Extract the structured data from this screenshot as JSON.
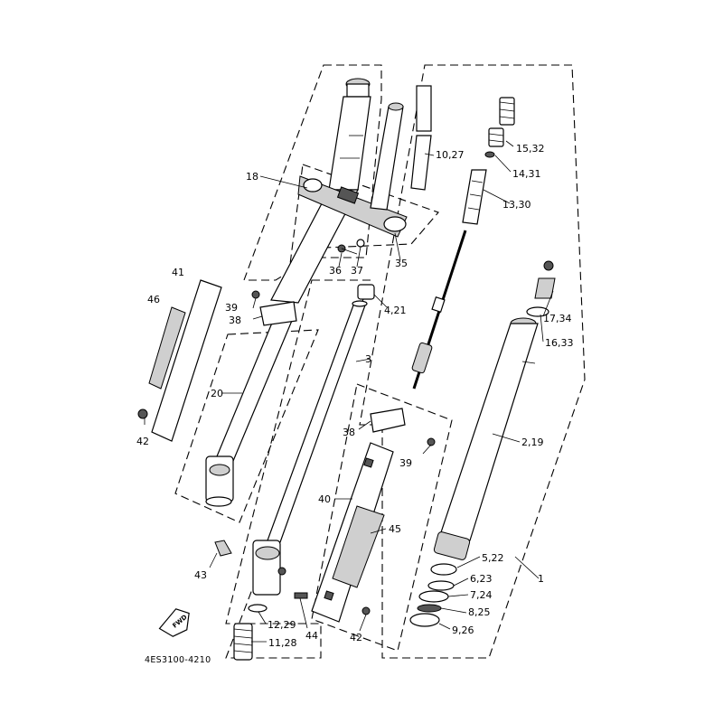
{
  "diagram_code": "4ES3100-4210",
  "fwd_label": "FWD",
  "callouts": {
    "c18": "18",
    "c10_27": "10,27",
    "c15_32": "15,32",
    "c14_31": "14,31",
    "c13_30": "13,30",
    "c36": "36",
    "c37": "37",
    "c35": "35",
    "c41": "41",
    "c46": "46",
    "c39a": "39",
    "c38a": "38",
    "c4_21": "4,21",
    "c17_34": "17,34",
    "c16_33": "16,33",
    "c3": "3",
    "c20": "20",
    "c42a": "42",
    "c38b": "38",
    "c39b": "39",
    "c2_19": "2,19",
    "c40": "40",
    "c45": "45",
    "c5_22": "5,22",
    "c43": "43",
    "c1": "1",
    "c6_23": "6,23",
    "c7_24": "7,24",
    "c8_25": "8,25",
    "c12_29": "12,29",
    "c44": "44",
    "c42b": "42",
    "c9_26": "9,26",
    "c11_28": "11,28"
  }
}
